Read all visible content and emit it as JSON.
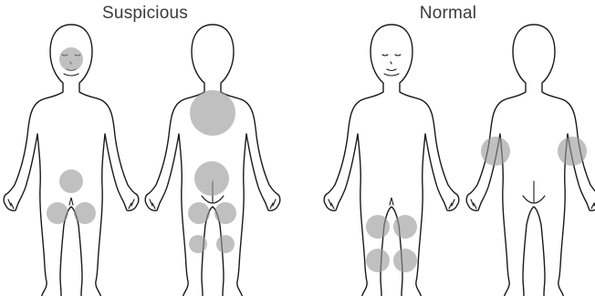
{
  "headings": {
    "suspicious": "Suspicious",
    "normal": "Normal"
  },
  "colors": {
    "spot": "#9a9a9a",
    "outline": "#1a1a1a",
    "text": "#3a3a3a"
  },
  "panels": [
    {
      "group": "suspicious",
      "view": "front",
      "spots": [
        "face",
        "lower-abdomen",
        "left-thigh",
        "right-thigh"
      ]
    },
    {
      "group": "suspicious",
      "view": "back",
      "spots": [
        "upper-back",
        "lower-back",
        "left-thigh",
        "right-thigh",
        "left-calf",
        "right-calf"
      ]
    },
    {
      "group": "normal",
      "view": "front",
      "spots": [
        "left-thigh",
        "right-thigh",
        "left-knee",
        "right-knee"
      ]
    },
    {
      "group": "normal",
      "view": "back",
      "spots": [
        "left-arm",
        "right-arm"
      ]
    }
  ]
}
